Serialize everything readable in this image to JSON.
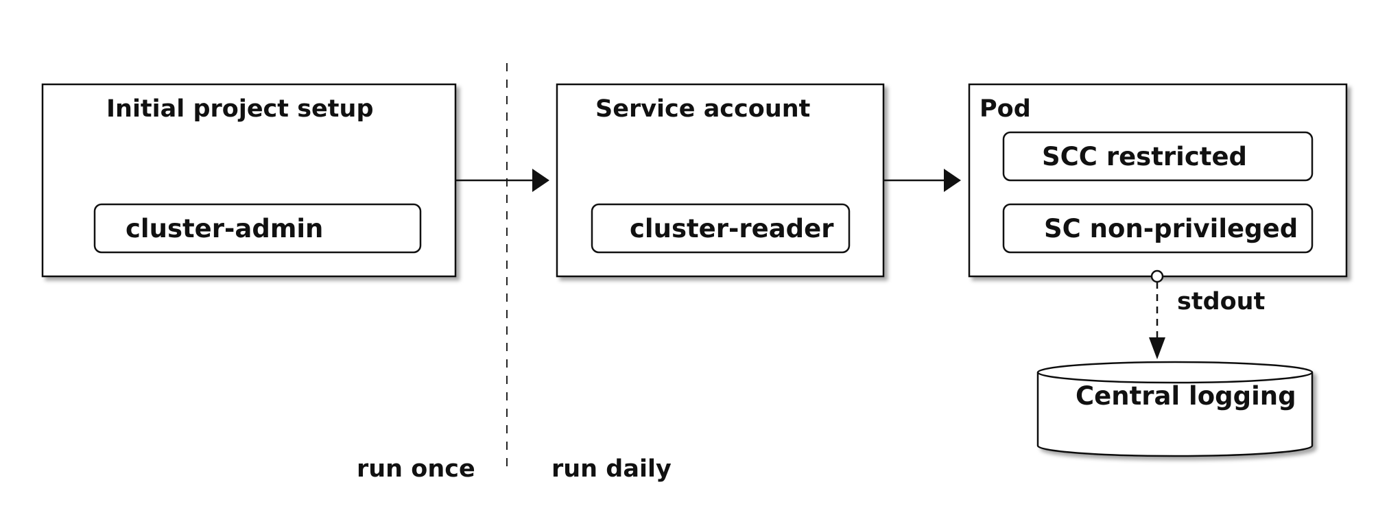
{
  "nodes": {
    "setup": {
      "title": "Initial project setup",
      "role": "cluster-admin"
    },
    "service": {
      "title": "Service account",
      "role": "cluster-reader"
    },
    "pod": {
      "title": "Pod",
      "scc": "SCC restricted",
      "sc": "SC non-privileged"
    },
    "logging": {
      "label": "Central logging"
    }
  },
  "edges": {
    "stdout_label": "stdout"
  },
  "separator": {
    "left_label": "run once",
    "right_label": "run daily"
  }
}
